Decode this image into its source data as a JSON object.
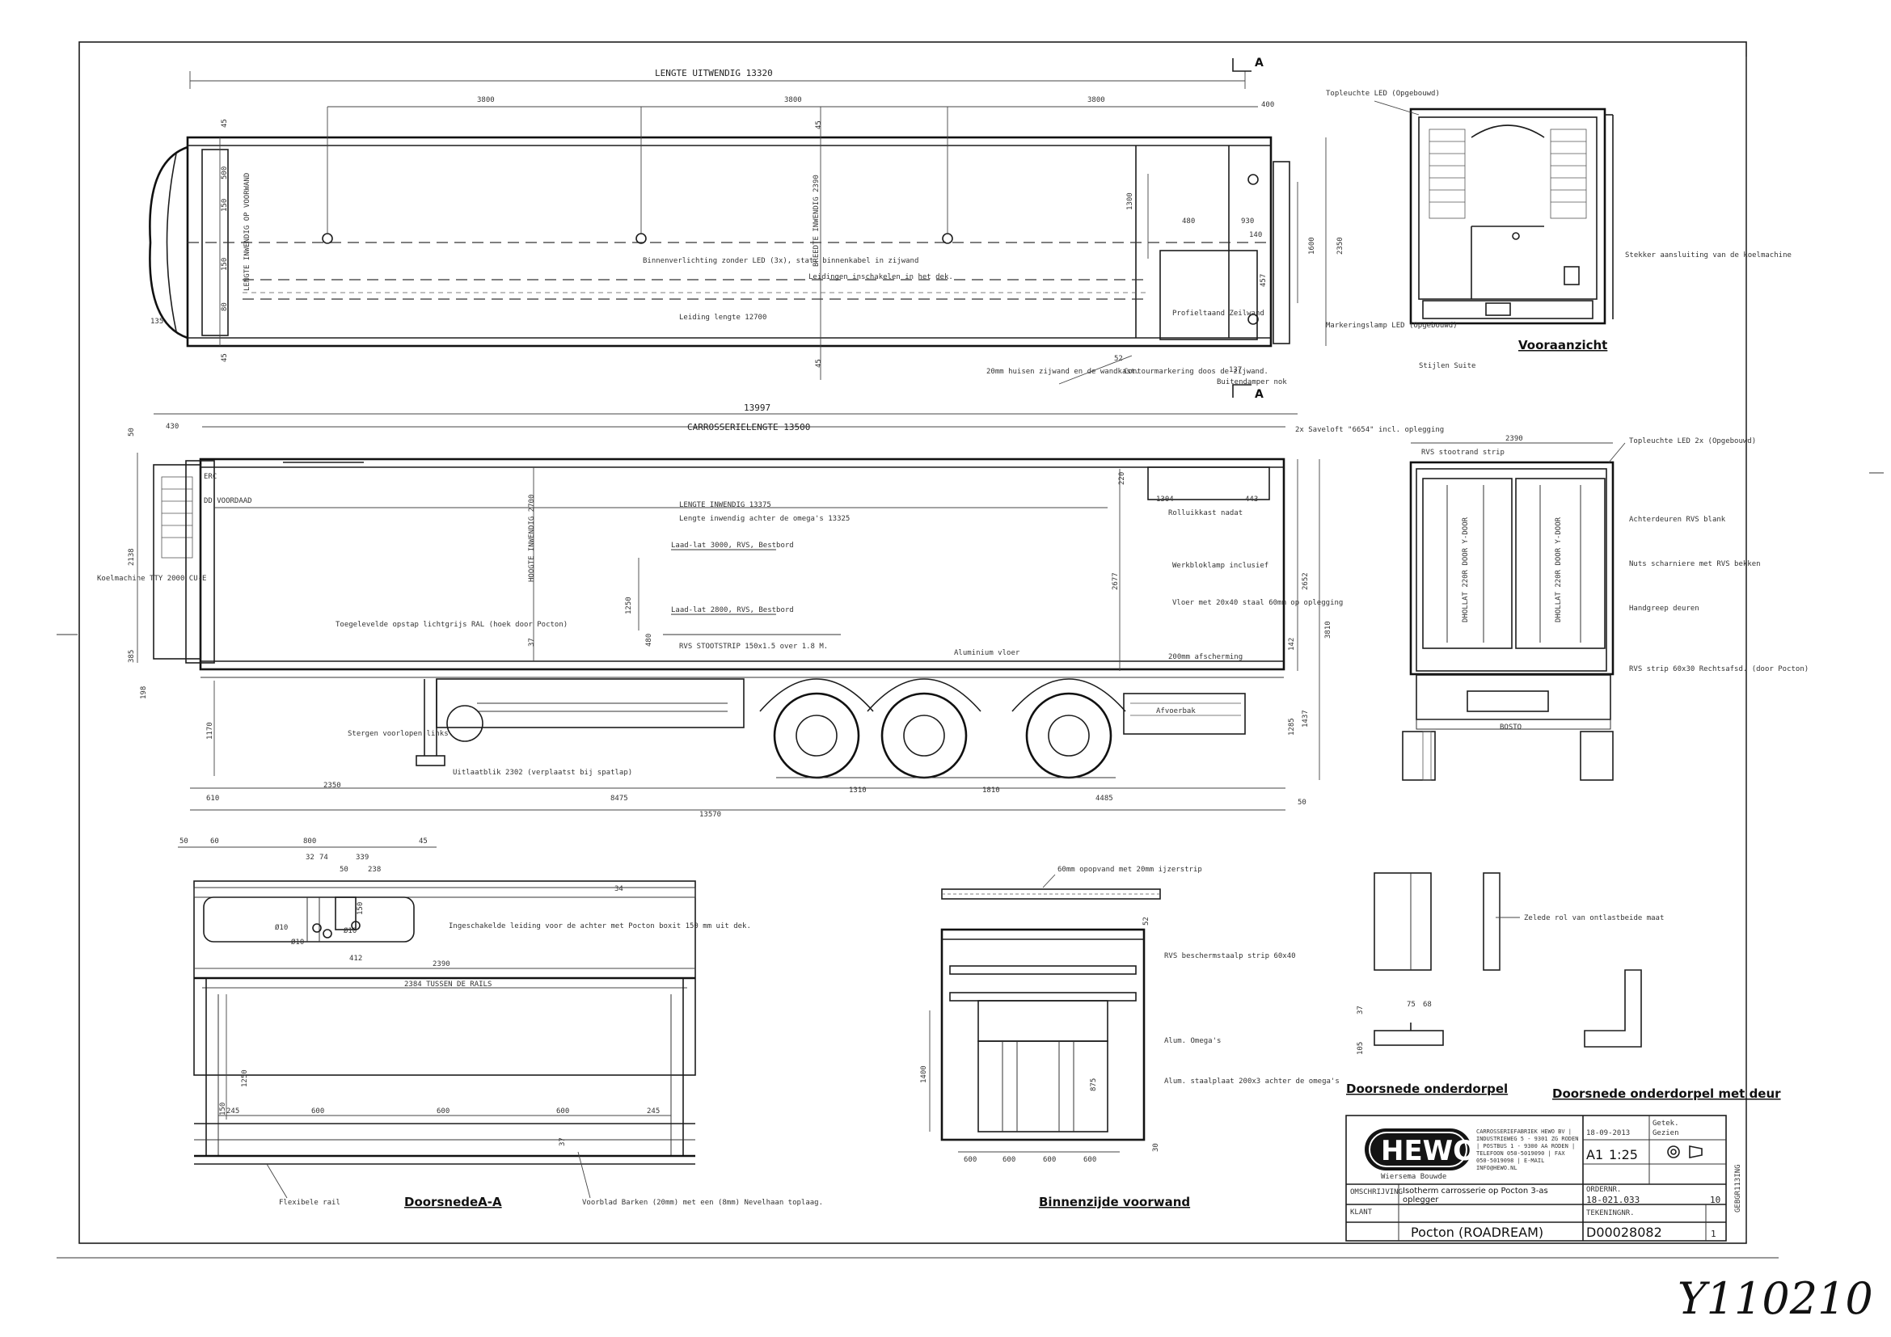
{
  "top_view": {
    "overall_length": "LENGTE UITWENDIG 13320",
    "dims": [
      "3800",
      "3800",
      "3800",
      "400"
    ],
    "light_note": "Binnenverlichting zonder LED (3x), stat. binnenkabel in zijwand",
    "wiring_note": "Leidingen inschakelen in het dek.",
    "wiring_length": "Leiding lengte 12700",
    "right_dims": [
      "1300",
      "480",
      "930",
      "140",
      "457",
      "1600",
      "2350"
    ],
    "left_dims": [
      "45",
      "500",
      "150",
      "150",
      "80",
      "45"
    ],
    "bottom_dims": [
      "135",
      "45",
      "52",
      "137"
    ],
    "vertical_left": "LENGTE INWENDIG OP VOORWAND",
    "vertical_mid": "BREEDTE INWENDIG 2390",
    "note_slots": "20mm huisen zijwand en de wandkast.",
    "note_contour": "Contourmarkering doos de zijwand.",
    "note_buffer": "Buitendamper nok",
    "note_profile": "Profieltaand Zeilwand",
    "section_label_a": "A",
    "section_label_b": "A"
  },
  "side_view": {
    "overall": "13997",
    "body_length": "CARROSSERIELENGTE 13500",
    "inner_length": "LENGTE INWENDIG 13375",
    "inner_length_note": "Lengte inwendig achter de omega's 13325",
    "mark_lbr": "ERC",
    "front_note": "DD VOORDAAD",
    "rail1": "Laad-lat 3000, RVS, Bestbord",
    "rail2": "Laad-lat 2800, RVS, Bestbord",
    "floor_note": "RVS STOOTSTRIP 150x1.5 over 1.8 M.",
    "floor2": "Aluminium vloer",
    "height_inner": "HOOGTE INWENDIG 2700",
    "left_dims": [
      "430",
      "50",
      "2138",
      "385",
      "198",
      "1170"
    ],
    "right_dims": [
      "220",
      "2677",
      "2652",
      "3810",
      "1285",
      "1437",
      "142"
    ],
    "dims_top_right": [
      "1304",
      "443"
    ],
    "label_cold": "Koelmachine TTY 2000 CU-E",
    "note_straps": "Toegelevelde opstap lichtgrijs RAL (hoek door Pocton)",
    "note_landing": "Stergen voorlopen links",
    "note_tool": "Uitlaatblik 2302 (verplaatst bij spatlap)",
    "note_tube": "Werkbloklamp inclusief",
    "note_stair": "Vloer met 20x40 staal 60mm op oplegging",
    "note_drain": "Afvoerbak",
    "note_stamp": "2x Saveloft \"6654\" incl. oplegging",
    "note_box": "Rolluikkast nadat",
    "bottom_dims": [
      "610",
      "2350",
      "8475",
      "1310",
      "1810",
      "4485",
      "13570",
      "50"
    ],
    "mid_val": "1250",
    "mid_val2": "480",
    "mid_val3": "37",
    "note_cables": "200mm afscherming"
  },
  "front_view": {
    "title": "Vooraanzicht",
    "label_top": "Topleuchte LED (Opgebouwd)",
    "label_right": "Stekker aansluiting van de koelmachine",
    "label_lower": "Markeringslamp LED (Opgebouwd)",
    "label_bottom": "Stijlen Suite"
  },
  "rear_view": {
    "width": "2390",
    "label_top": "Topleuchte LED 2x (Opgebouwd)",
    "label_strip": "RVS stootrand strip",
    "label_door1": "Achterdeuren RVS blank",
    "label_door2": "Nuts scharniere met RVS bekken",
    "label_handle": "Handgreep deuren",
    "label_strip2": "RVS strip 60x30 Rechtsafsd. (door Pocton)",
    "door_text": "DHOLLAT 220R DOOR Y-DOOR",
    "plate": "BOSTO"
  },
  "section_aa": {
    "title": "DoorsnedeA-A",
    "top_dims": [
      "50",
      "60",
      "800",
      "45",
      "32",
      "74",
      "339",
      "50",
      "238",
      "150",
      "412"
    ],
    "width": "2390",
    "rails_label": "2384 TUSSEN DE RAILS",
    "bottom_dims": [
      "245",
      "600",
      "600",
      "600",
      "245"
    ],
    "left_dims": [
      "1250",
      "150"
    ],
    "right_val": "37",
    "note_cable": "Ingeschakelde leiding voor de achter met Pocton boxit 150 mm uit dek.",
    "note_floor": "Flexibele rail",
    "note_board": "Voorblad Barken (20mm) met een (8mm) Nevelhaan toplaag.",
    "diameters": [
      "Ø10",
      "Ø10",
      "Ø10"
    ],
    "note_34": "34"
  },
  "inner_front": {
    "title": "Binnenzijde voorwand",
    "note_top": "60mm opopvand met 20mm ijzerstrip",
    "note_rvs": "RVS beschermstaalp strip 60x40",
    "note_omega": "Alum. Omega's",
    "note_round": "Alum. staalplaat 200x3 achter de omega's",
    "left_dim": "1400",
    "dims": [
      "600",
      "600",
      "600",
      "600"
    ],
    "right_vals": [
      "52",
      "875",
      "30"
    ]
  },
  "details": {
    "title1": "Doorsnede onderdorpel",
    "title2": "Doorsnede onderdorpel met deur",
    "note_mark": "Zelede rol van ontlastbeide maat",
    "dims": [
      "37",
      "75",
      "68",
      "105"
    ]
  },
  "title_block": {
    "company": "HEWO",
    "company_sub": "Wiersema Bouwde",
    "address": "CARROSSERIEFABRIEK HEWO BV | INDUSTRIEWEG 5 - 9301 ZG RODEN | POSTBUS 1 - 9300 AA RODEN | TELEFOON 050-5019090 | FAX 050-5019098 | E-MAIL INFO@HEWO.NL",
    "format": "A1",
    "scale": "1:25",
    "date": "18-09-2013",
    "drawn": "Getek.",
    "approved": "Gezien",
    "desc_label": "OMSCHRIJVING",
    "description": "Isotherm carrosserie op Pocton 3-as oplegger",
    "order_label": "ORDERNR.",
    "order": "18-021.033",
    "client_label": "KLANT",
    "client": "Pocton (ROADREAM)",
    "drawing_no_label": "TEKENINGNR.",
    "drawing_no": "D00028082",
    "sheet": "10",
    "sheet2": "1",
    "side_code": "GEBGR113ING"
  },
  "handwritten": "Y110210"
}
